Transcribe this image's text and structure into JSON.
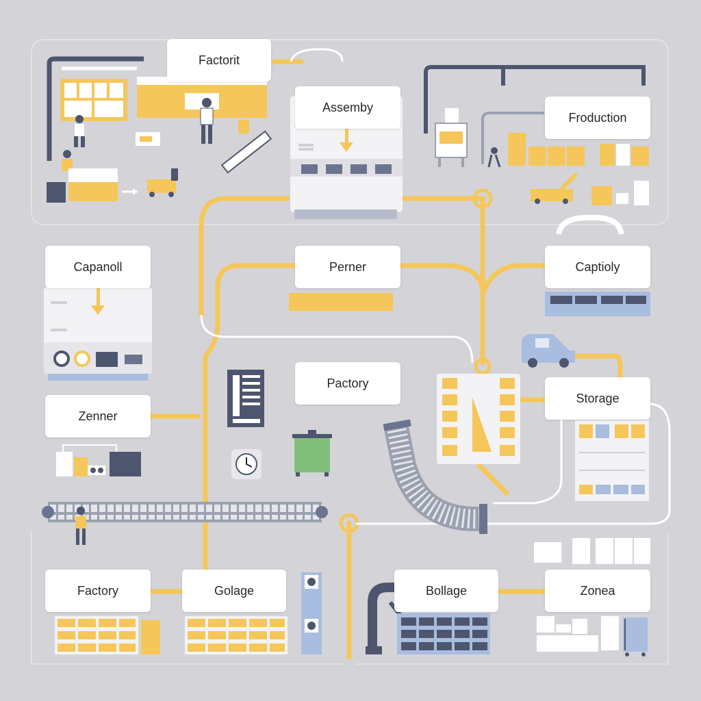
{
  "colors": {
    "background": "#d4d4d8",
    "yellow": "#f5c659",
    "blue": "#a8bddf",
    "navy": "#4d566e",
    "white": "#ffffff",
    "light_gray": "#e9e9ec",
    "green": "#7fbf7a"
  },
  "labels": {
    "factorit": "Factorit",
    "assembly": "Assemby",
    "production": "Froduction",
    "capanoll": "Capanoll",
    "perner": "Perner",
    "captioly": "Captioly",
    "pactory": "Pactory",
    "zenner": "Zenner",
    "storage": "Storage",
    "factory": "Factory",
    "golage": "Golage",
    "bollage": "Bollage",
    "zonea": "Zonea"
  },
  "icons": [
    "pipe-icon",
    "control-panel-icon",
    "worker-icon",
    "machine-icon",
    "forklift-icon",
    "press-machine-icon",
    "arrow-down-icon",
    "truck-icon",
    "conveyor-belt-icon",
    "curved-conveyor-icon",
    "clock-icon",
    "bin-icon",
    "shelf-icon",
    "robot-arm-icon",
    "crate-icon",
    "cabinet-icon"
  ]
}
